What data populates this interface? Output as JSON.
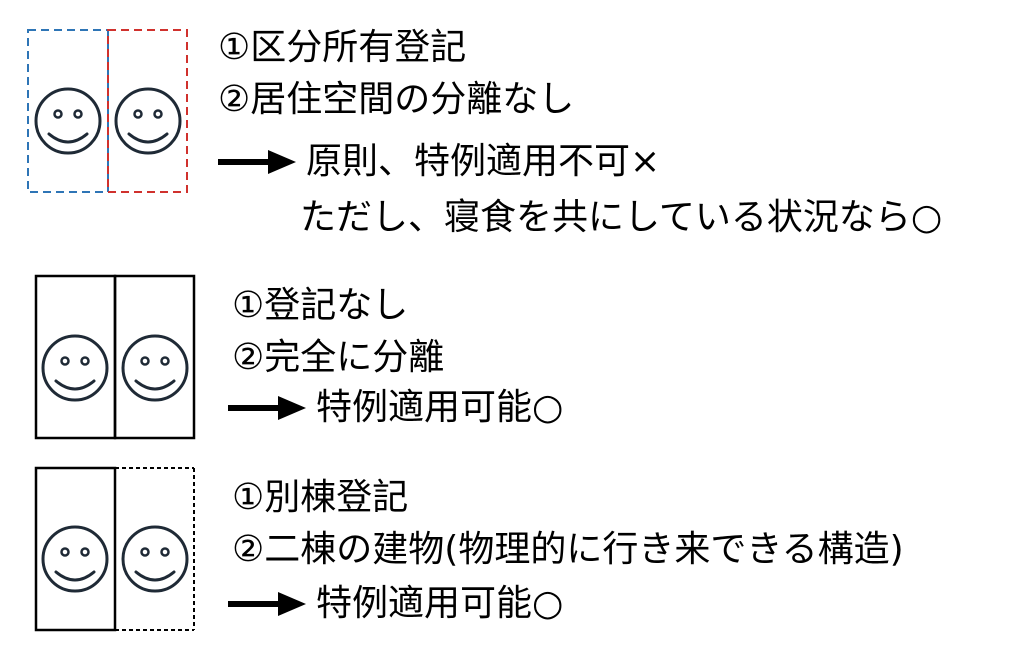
{
  "colors": {
    "blue_dashed": "#2e75b6",
    "red_dashed": "#d0312d",
    "face_stroke": "#1f2a36",
    "text": "#000000"
  },
  "cases": [
    {
      "border_style": "blue-red-dashed",
      "lines": [
        "①区分所有登記",
        "②居住空間の分離なし"
      ],
      "result": "原則、特例適用不可×",
      "note": "ただし、寝食を共にしている状況なら○"
    },
    {
      "border_style": "solid",
      "lines": [
        "①登記なし",
        "②完全に分離"
      ],
      "result": "特例適用可能○",
      "note": ""
    },
    {
      "border_style": "solid-left-dotted-right",
      "lines": [
        "①別棟登記",
        "②二棟の建物(物理的に行き来できる構造)"
      ],
      "result": "特例適用可能○",
      "note": ""
    }
  ]
}
